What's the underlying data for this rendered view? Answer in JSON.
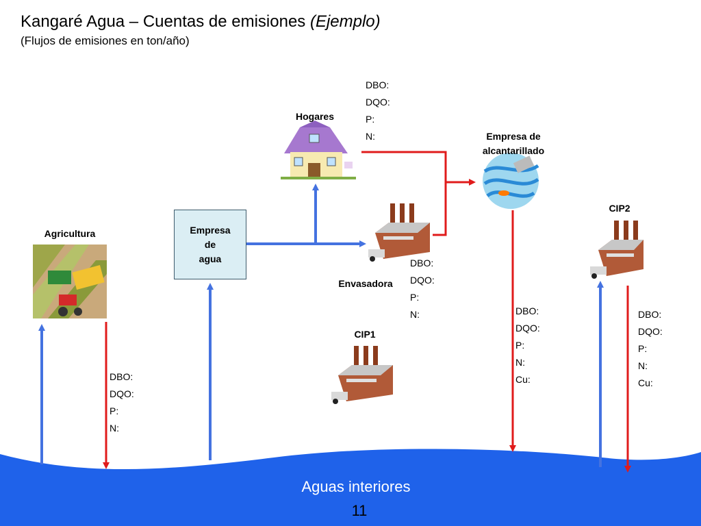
{
  "title": {
    "main": "Kangaré Agua – Cuentas de emisiones ",
    "italic": "(Ejemplo)"
  },
  "subtitle": "(Flujos de emisiones en ton/año)",
  "nodes": {
    "hogares": "Hogares",
    "empresa_alcantarillado_line1": "Empresa de",
    "empresa_alcantarillado_line2": "alcantarillado",
    "cip2": "CIP2",
    "agricultura": "Agricultura",
    "empresa_agua_line1": "Empresa",
    "empresa_agua_line2": "de",
    "empresa_agua_line3": "agua",
    "envasadora": "Envasadora",
    "cip1": "CIP1"
  },
  "emissions": {
    "hogares": [
      "DBO:",
      "DQO:",
      "P:",
      "N:"
    ],
    "envasadora": [
      "DBO:",
      "DQO:",
      "P:",
      "N:"
    ],
    "agricultura": [
      "DBO:",
      "DQO:",
      "P:",
      "N:"
    ],
    "alcantarillado": [
      "DBO:",
      "DQO:",
      "P:",
      "N:",
      "Cu:"
    ],
    "cip2": [
      "DBO:",
      "DQO:",
      "P:",
      "N:",
      "Cu:"
    ]
  },
  "water_body": "Aguas interiores",
  "page_number": "11",
  "colors": {
    "inflow_arrow": "#4472e0",
    "outflow_arrow": "#e01b1b",
    "water": "#1f62ea",
    "box_fill": "#dbeef4"
  }
}
